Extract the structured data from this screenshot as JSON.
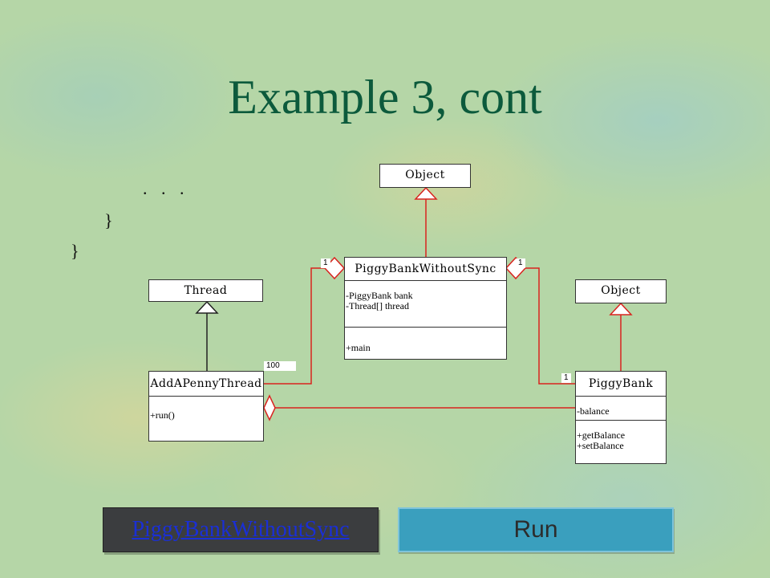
{
  "slide": {
    "title": "Example 3, cont"
  },
  "code": {
    "ellipsis": ". . .",
    "inner_brace": "}",
    "outer_brace": "}"
  },
  "classes": {
    "object_top": {
      "name": "Object"
    },
    "object_right": {
      "name": "Object"
    },
    "thread": {
      "name": "Thread"
    },
    "piggy_bank_without_sync": {
      "name": "PiggyBankWithoutSync",
      "attributes": [
        "-PiggyBank bank",
        "-Thread[] thread"
      ],
      "operations": [
        "+main"
      ]
    },
    "add_a_penny_thread": {
      "name": "AddAPennyThread",
      "attributes": [],
      "operations": [
        "+run()"
      ]
    },
    "piggy_bank": {
      "name": "PiggyBank",
      "attributes": [
        "-balance"
      ],
      "operations": [
        "+getBalance",
        "+setBalance"
      ]
    }
  },
  "multiplicities": {
    "left_one": "1",
    "right_one": "1",
    "hundred": "100",
    "bottom_one": "1"
  },
  "buttons": {
    "link": "PiggyBankWithoutSync",
    "run": "Run"
  },
  "colors": {
    "title": "#0c5a3c",
    "association_line": "#d9231f",
    "link_text": "#1a2fd6",
    "run_button": "#3a9fbe"
  }
}
